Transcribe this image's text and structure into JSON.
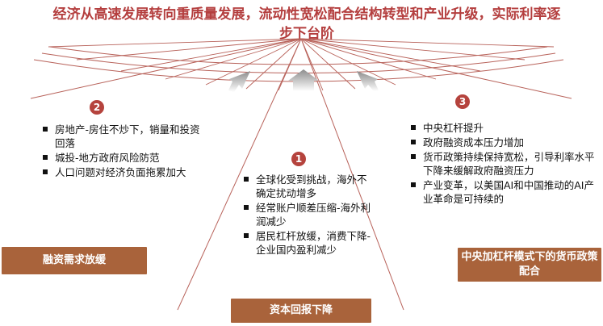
{
  "title": "经济从高速发展转向重质量发展，流动性宽松配合结构转型和产业升级，实际利率逐步下台阶",
  "sections": {
    "left": {
      "number": "2",
      "bullets": [
        "房地产-房住不炒下，销量和投资回落",
        "城投-地方政府风险防范",
        "人口问题对经济负面拖累加大"
      ],
      "box_label": "融资需求放缓"
    },
    "center": {
      "number": "1",
      "bullets": [
        "全球化受到挑战，海外不确定扰动增多",
        "经常账户顺差压缩-海外利润减少",
        "居民杠杆放缓，消费下降-企业国内盈利减少"
      ],
      "box_label": "资本回报下降"
    },
    "right": {
      "number": "3",
      "bullets": [
        "中央杠杆提升",
        "政府融资成本压力增加",
        "货币政策持续保持宽松，引导利率水平下降来缓解政府融资压力",
        "产业变革，以美国AI和中国推动的AI产业革命是可持续的"
      ],
      "box_label": "中央加杠杆模式下的货币政策配合"
    }
  }
}
